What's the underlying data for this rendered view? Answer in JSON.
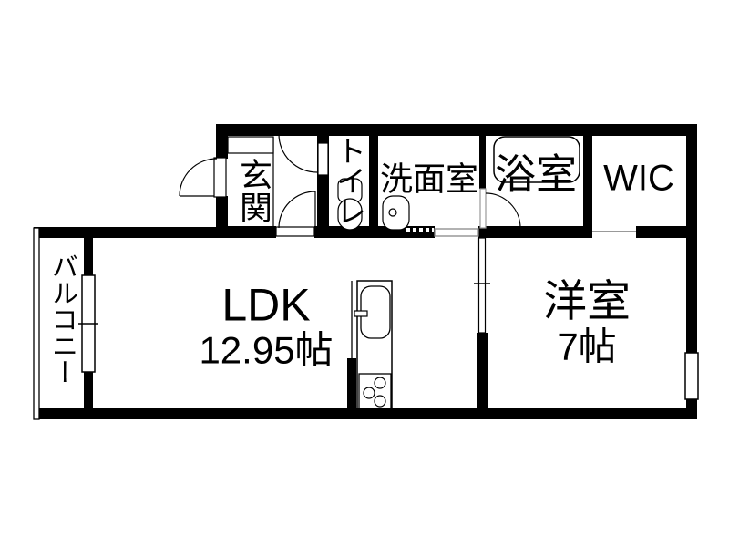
{
  "rooms": {
    "genkan": {
      "label": "玄関"
    },
    "toilet": {
      "label": "トイレ"
    },
    "washroom": {
      "label": "洗面室"
    },
    "bathroom": {
      "label": "浴室"
    },
    "wic": {
      "label": "WIC"
    },
    "balcony": {
      "label": "バルコニー"
    },
    "ldk": {
      "label": "LDK",
      "size": "12.95帖"
    },
    "western": {
      "label": "洋室",
      "size": "7帖"
    }
  },
  "colors": {
    "wall": "#000000",
    "background": "#ffffff",
    "opening_line": "#999999"
  }
}
